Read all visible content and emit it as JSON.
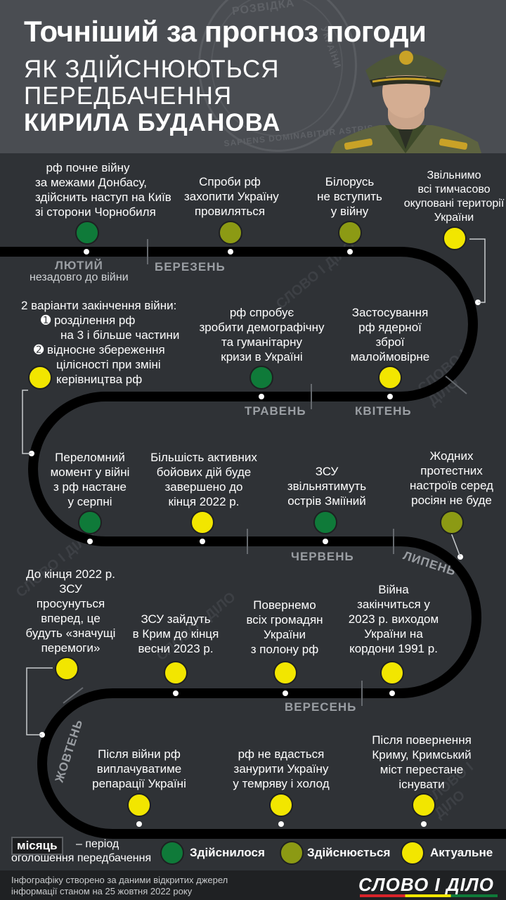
{
  "header": {
    "title": "Точніший за прогноз погоди",
    "subtitle_1": "ЯК ЗДІЙСНЮЮТЬСЯ",
    "subtitle_2": "ПЕРЕДБАЧЕННЯ",
    "subtitle_3": "КИРИЛА БУДАНОВА",
    "seal_top": "РОЗВІДКА",
    "seal_right": "УКРАЇНИ",
    "seal_bottom": "SAPIENS DOMINABITUR ASTRIS"
  },
  "watermark": "СЛОВО І ДІЛО",
  "months": {
    "feb": "ЛЮТИЙ",
    "feb_note": "незадовго до війни",
    "mar": "БЕРЕЗЕНЬ",
    "apr": "КВІТЕНЬ",
    "may": "ТРАВЕНЬ",
    "jun": "ЧЕРВЕНЬ",
    "jul": "ЛИПЕНЬ",
    "sep": "ВЕРЕСЕНЬ",
    "oct": "ЖОВТЕНЬ"
  },
  "predictions": [
    {
      "status": "done",
      "lines": [
        "рф почне війну",
        "за межами Донбасу,",
        "здійснить наступ на Київ",
        "зі сторони Чорнобиля"
      ]
    },
    {
      "status": "ongoing",
      "lines": [
        "Спроби рф",
        "захопити Україну",
        "провиляться"
      ]
    },
    {
      "status": "ongoing",
      "lines": [
        "Білорусь",
        "не вступить",
        "у війну"
      ]
    },
    {
      "status": "actual",
      "lines": [
        "Звільнимо",
        "всі тимчасово",
        "окуповані території",
        "України"
      ]
    },
    {
      "status": "actual",
      "lines": [
        "Застосування",
        "рф ядерної",
        "зброї",
        "малоймовірне"
      ]
    },
    {
      "status": "done",
      "lines": [
        "рф спробує",
        "зробити демографічну",
        "та гуманітарну",
        "кризи в Україні"
      ]
    },
    {
      "status": "actual",
      "lines": [
        "2 варіанти закінчення війни:",
        "➊ розділення рф",
        "на 3 і більше частини",
        "➋ відносне збереження",
        "цілісності при зміні",
        "керівництва рф"
      ]
    },
    {
      "status": "done",
      "lines": [
        "Переломний",
        "момент у війні",
        "з рф настане",
        "у серпні"
      ]
    },
    {
      "status": "actual",
      "lines": [
        "Більшість активних",
        "бойових дій буде",
        "завершено до",
        "кінця 2022 р."
      ]
    },
    {
      "status": "done",
      "lines": [
        "ЗСУ",
        "звільнятимуть",
        "острів Зміїний"
      ]
    },
    {
      "status": "ongoing",
      "lines": [
        "Жодних",
        "протестних",
        "настроїв серед",
        "росіян не буде"
      ]
    },
    {
      "status": "actual",
      "lines": [
        "Війна",
        "закінчиться у",
        "2023 р. виходом",
        "України на",
        "кордони 1991 р."
      ]
    },
    {
      "status": "actual",
      "lines": [
        "Повернемо",
        "всіх громадян",
        "України",
        "з полону рф"
      ]
    },
    {
      "status": "actual",
      "lines": [
        "ЗСУ зайдуть",
        "в Крим до кінця",
        "весни 2023 р."
      ]
    },
    {
      "status": "actual",
      "lines": [
        "До кінця 2022 р.",
        "ЗСУ",
        "просунуться",
        "вперед, це",
        "будуть «значущі",
        "перемоги»"
      ]
    },
    {
      "status": "actual",
      "lines": [
        "Після війни рф",
        "виплачуватиме",
        "репарації Україні"
      ]
    },
    {
      "status": "actual",
      "lines": [
        "рф не вдасться",
        "занурити Україну",
        "у темряву і холод"
      ]
    },
    {
      "status": "actual",
      "lines": [
        "Після повернення",
        "Криму, Кримський",
        "міст перестане",
        "існувати"
      ]
    }
  ],
  "legend": {
    "month_box": "місяць",
    "month_desc_1": "– період",
    "month_desc_2": "оголошення передбачення",
    "done": "Здійснилося",
    "ongoing": "Здійснюється",
    "actual": "Актуальне"
  },
  "colors": {
    "done": "#0f7a39",
    "ongoing": "#8c9a14",
    "actual": "#f2e600",
    "road": "#000000"
  },
  "footer": {
    "line_1": "Інфографіку створено за даними відкритих джерел",
    "line_2": "інформації станом на 25 жовтня 2022 року",
    "brand": "СЛОВО І ДІЛО"
  }
}
